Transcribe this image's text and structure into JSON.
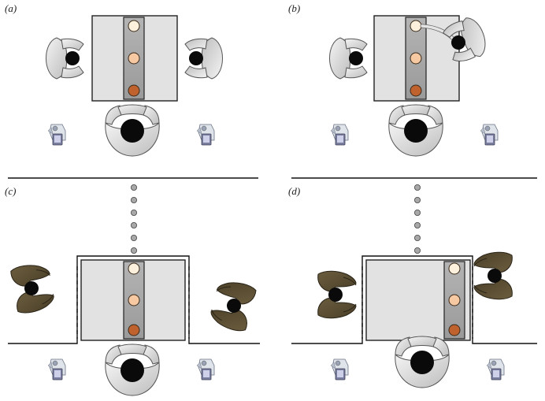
{
  "panels": [
    {
      "label": "(a)"
    },
    {
      "label": "(b)"
    },
    {
      "label": "(c)"
    },
    {
      "label": "(d)"
    }
  ],
  "colors": {
    "table": "#e2e2e2",
    "table_border": "#222222",
    "tray": "#a9a9a9",
    "ball_light": "#fdf0dc",
    "ball_mid": "#f6c9a2",
    "ball_dark": "#c0622e",
    "robot_shell": "#e0e0e0",
    "human_shell": "#5b4e33",
    "dot": "#a8a8a8"
  },
  "icons": [
    "robot-icon",
    "human-icon",
    "camera-icon",
    "ball-icon"
  ]
}
